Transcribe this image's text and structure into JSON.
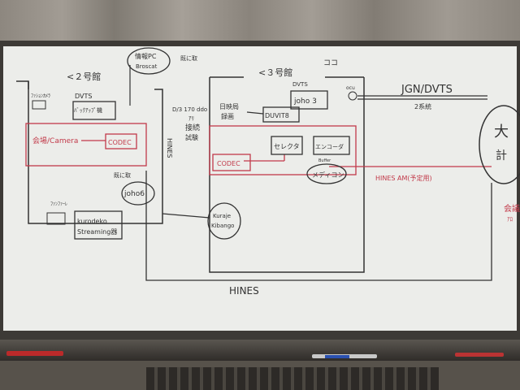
{
  "whiteboard": {
    "left_building": {
      "title": "<２号館",
      "dvts": "DVTS",
      "cam_small": "ﾌｧｼｮﾝｶﾒﾗ",
      "backup": "ﾊﾞｯｸｱｯﾌﾟ機",
      "mic": "会場/Camera",
      "codec": "CODEC",
      "johoto": "既に取",
      "joho6": "joho6",
      "fanfare": "ﾌｧﾝﾌｧｰﾚ",
      "kurodeko": "kurodeko",
      "streaming": "Streaming器"
    },
    "top_pc": {
      "label": "情報PC",
      "sub": "Broscat",
      "note": "既に取"
    },
    "middle": {
      "dvts_rel": "D/3 170 ddo",
      "ari": "ｱﾘ",
      "conn": "接続",
      "test": "試験",
      "hines": "HINES"
    },
    "right_building": {
      "title": "<３号館",
      "koko": "ココ",
      "dvts": "DVTS",
      "joho3": "joho 3",
      "dvts_box": "DUVIT8",
      "japan": "日映局",
      "source": "録画",
      "selector": "セレクタ",
      "encoder": "エンコーダ",
      "buffer": "Buffer",
      "media": "メディコン",
      "codec": "CODEC",
      "hines_note": "HINES AM(予定用)",
      "kuraje": "Kuraje",
      "kibango": "Kibango",
      "ocu": "ocu"
    },
    "jgn": {
      "label": "JGN/DVTS",
      "sub": "2系統"
    },
    "right_edge": {
      "big": "大",
      "kei": "計",
      "edge_note": "会議",
      "edge_note2": "ｱﾛ"
    },
    "bottom": {
      "hines": "HINES"
    }
  }
}
